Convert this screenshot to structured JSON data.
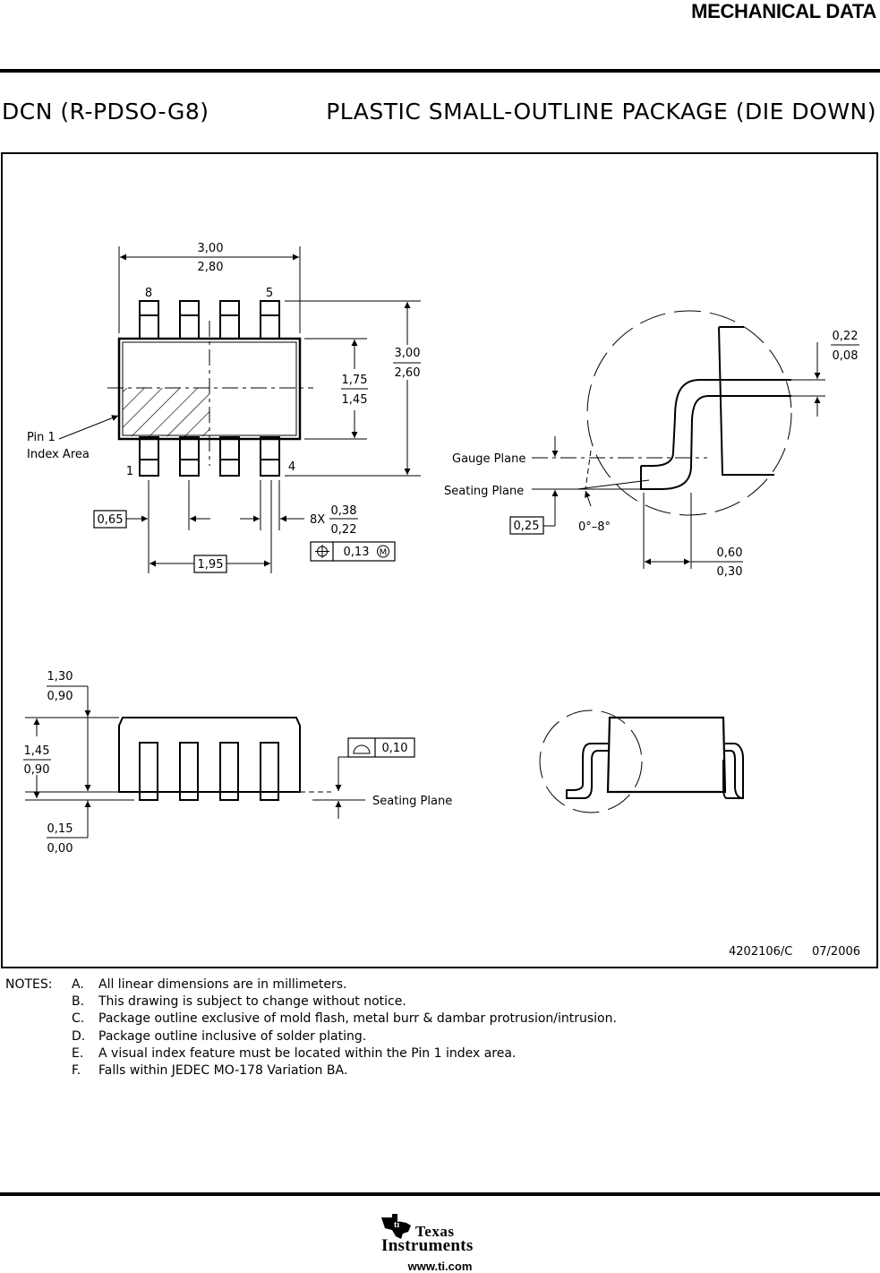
{
  "header": {
    "section": "MECHANICAL DATA"
  },
  "title": {
    "package_code": "DCN (R-PDSO-G8)",
    "package_name": "PLASTIC SMALL-OUTLINE PACKAGE (DIE DOWN)"
  },
  "top_view": {
    "width_max": "3,00",
    "width_min": "2,80",
    "pin_8": "8",
    "pin_5": "5",
    "pin_1": "1",
    "pin_4": "4",
    "body_height_max": "1,75",
    "body_height_min": "1,45",
    "overall_height_max": "3,00",
    "overall_height_min": "2,60",
    "pin1_label_line1": "Pin 1",
    "pin1_label_line2": "Index Area",
    "pitch": "0,65",
    "lead_count": "8X",
    "lead_width_max": "0,38",
    "lead_width_min": "0,22",
    "tolerance": "0,13",
    "modifier": "M",
    "span": "1,95"
  },
  "side_detail": {
    "lead_thk_max": "0,22",
    "lead_thk_min": "0,08",
    "gauge_plane": "Gauge Plane",
    "seating_plane": "Seating Plane",
    "gauge_height": "0,25",
    "angle": "0°–8°",
    "foot_max": "0,60",
    "foot_min": "0,30"
  },
  "front_view": {
    "a_max": "1,30",
    "a_min": "0,90",
    "a2_max": "1,45",
    "a2_min": "0,90",
    "a1_max": "0,15",
    "a1_min": "0,00",
    "coplanarity": "0,10",
    "seating_plane": "Seating Plane"
  },
  "doc_ref": {
    "number": "4202106/C",
    "date": "07/2006"
  },
  "notes": {
    "label": "NOTES:",
    "items": [
      {
        "letter": "A.",
        "text": "All linear dimensions are in millimeters."
      },
      {
        "letter": "B.",
        "text": "This drawing is subject to change without notice."
      },
      {
        "letter": "C.",
        "text": "Package outline exclusive of mold flash, metal burr & dambar protrusion/intrusion."
      },
      {
        "letter": "D.",
        "text": "Package outline inclusive of solder plating."
      },
      {
        "letter": "E.",
        "text": "A visual index feature must be located within the Pin 1 index area."
      },
      {
        "letter": "F.",
        "text": "Falls within JEDEC MO-178 Variation BA."
      }
    ]
  },
  "footer": {
    "brand_line1": "Texas",
    "brand_line2": "Instruments",
    "url": "www.ti.com"
  }
}
